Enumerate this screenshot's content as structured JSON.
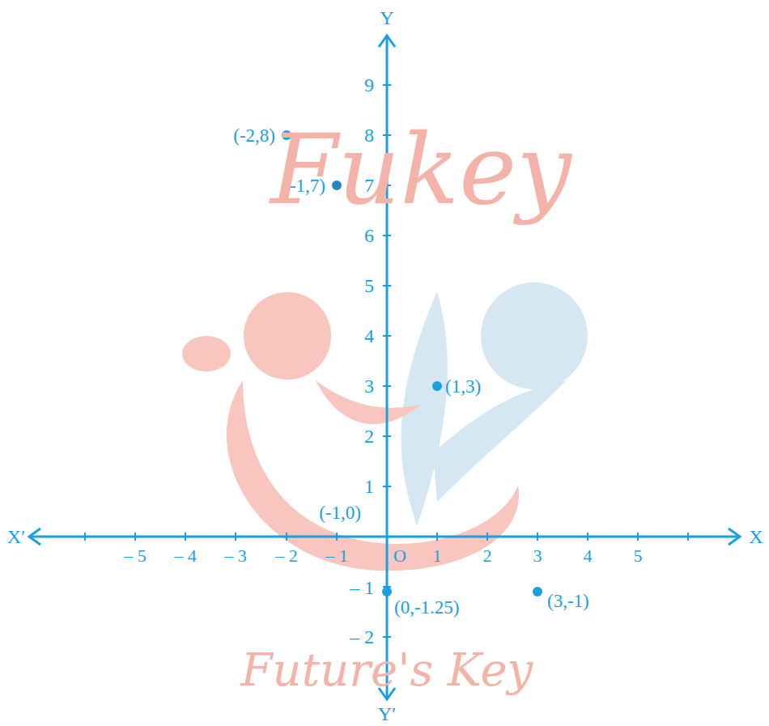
{
  "diagram": {
    "labels": [
      "Y",
      "9",
      "8",
      "7",
      "6",
      "5",
      "4",
      "3",
      "2",
      "1",
      "(-2,8)",
      "(-1,7)",
      "(1,3)",
      "(-1,0)",
      "X′",
      "X",
      "– 5",
      "– 4",
      "– 3",
      "– 2",
      "– 1",
      "O",
      "1",
      "2",
      "3",
      "4",
      "5",
      "– 1",
      "(0,-1.25)",
      "(3,-1)",
      "– 2",
      "Y′",
      "Fukey",
      "Future's Key"
    ]
  }
}
